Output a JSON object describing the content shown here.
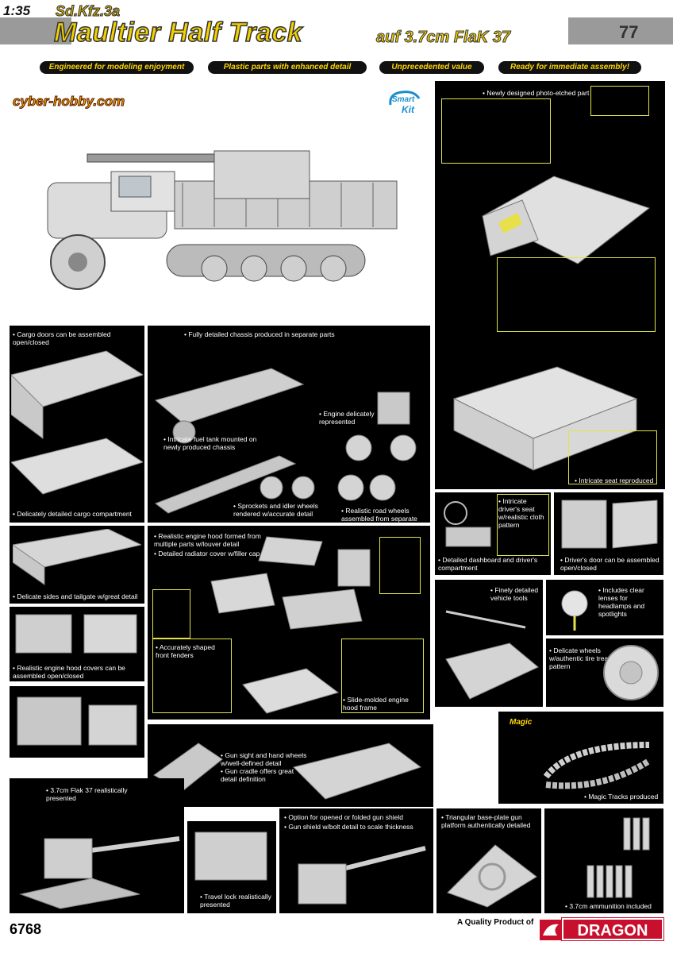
{
  "header": {
    "scale": "1:35",
    "subtitle": "Sd.Kfz.3a",
    "title": "Maultier Half Track",
    "title_suffix": "auf 3.7cm FlaK 37",
    "page_number": "77"
  },
  "tags": [
    "Engineered for modeling enjoyment",
    "Plastic parts with enhanced detail",
    "Unprecedented value",
    "Ready for immediate assembly!"
  ],
  "logos": {
    "cyber": "cyber-hobby.com",
    "smart_top": "Smart",
    "smart_bottom": "Kit"
  },
  "captions": {
    "photo_etched": "Newly designed photo-etched part",
    "cargo_doors": "Cargo doors can be assembled open/closed",
    "chassis": "Fully detailed chassis produced in separate parts",
    "engine": "Engine delicately represented",
    "fuel_tank": "Intricate fuel tank mounted on newly produced chassis",
    "sprockets": "Sprockets and idler wheels rendered w/accurate detail",
    "road_wheels": "Realistic road wheels assembled from separate parts",
    "cargo_compartment": "Delicately detailed cargo compartment",
    "seat": "Intricate seat reproduced",
    "driver_seat": "Intricate driver's seat w/realistic cloth pattern",
    "dashboard": "Detailed dashboard and driver's compartment",
    "driver_door": "Driver's door can be assembled open/closed",
    "engine_hood": "Realistic engine hood formed from multiple parts w/louver detail",
    "radiator": "Detailed radiator cover w/filler cap",
    "sides_tailgate": "Delicate sides and tailgate w/great detail",
    "front_fenders": "Accurately shaped front fenders",
    "hood_frame": "Slide-molded engine hood frame",
    "vehicle_tools": "Finely detailed vehicle tools",
    "clear_lenses": "Includes clear lenses for headlamps and spotlights",
    "hood_covers": "Realistic engine hood covers can be assembled open/closed",
    "wheels": "Delicate wheels w/authentic tire tread pattern",
    "gun_sight": "Gun sight and hand wheels w/well-defined detail",
    "gun_cradle": "Gun cradle offers great detail definition",
    "magic_tracks": "Magic Tracks produced",
    "magic_logo": "Magic",
    "flak_presented": "3.7cm Flak 37 realistically presented",
    "gun_shield": "Option for opened or folded gun shield",
    "shield_bolt": "Gun shield w/bolt detail to scale thickness",
    "base_plate": "Triangular base-plate gun platform authentically detailed",
    "travel_lock": "Travel lock realistically presented",
    "ammunition": "3.7cm ammunition included"
  },
  "footer": {
    "kit_number": "6768",
    "quality": "A Quality Product of",
    "brand": "DRAGON"
  },
  "colors": {
    "panel": "#000000",
    "tag_text": "#ffd400",
    "title": "#f3d100",
    "brand": "#c8102e",
    "highlight": "#e3e34a"
  }
}
